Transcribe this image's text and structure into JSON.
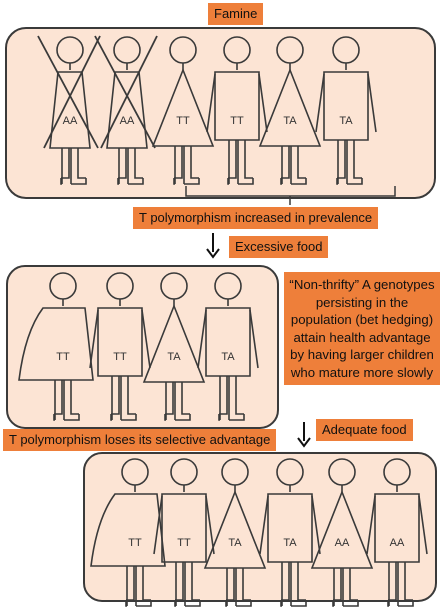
{
  "labels": {
    "famine": "Famine",
    "t_increase": "T polymorphism increased in prevalence",
    "excessive_food": "Excessive food",
    "non_thrifty": "“Non-thrifty” A genotypes persisting in the population (bet hedging) attain health advantage by having larger children who mature more slowly",
    "t_loses": "T polymorphism loses its selective advantage",
    "adequate_food": "Adequate food"
  },
  "panel1": {
    "genotypes": [
      "AA",
      "AA",
      "TT",
      "TT",
      "TA",
      "TA"
    ]
  },
  "panel2": {
    "genotypes": [
      "TT",
      "TT",
      "TA",
      "TA"
    ]
  },
  "panel3": {
    "genotypes": [
      "TT",
      "TT",
      "TA",
      "TA",
      "AA",
      "AA"
    ]
  },
  "colors": {
    "panel_fill": "#fce4d4",
    "label_fill": "#ee7f3a",
    "stroke": "#3a3a3a"
  }
}
